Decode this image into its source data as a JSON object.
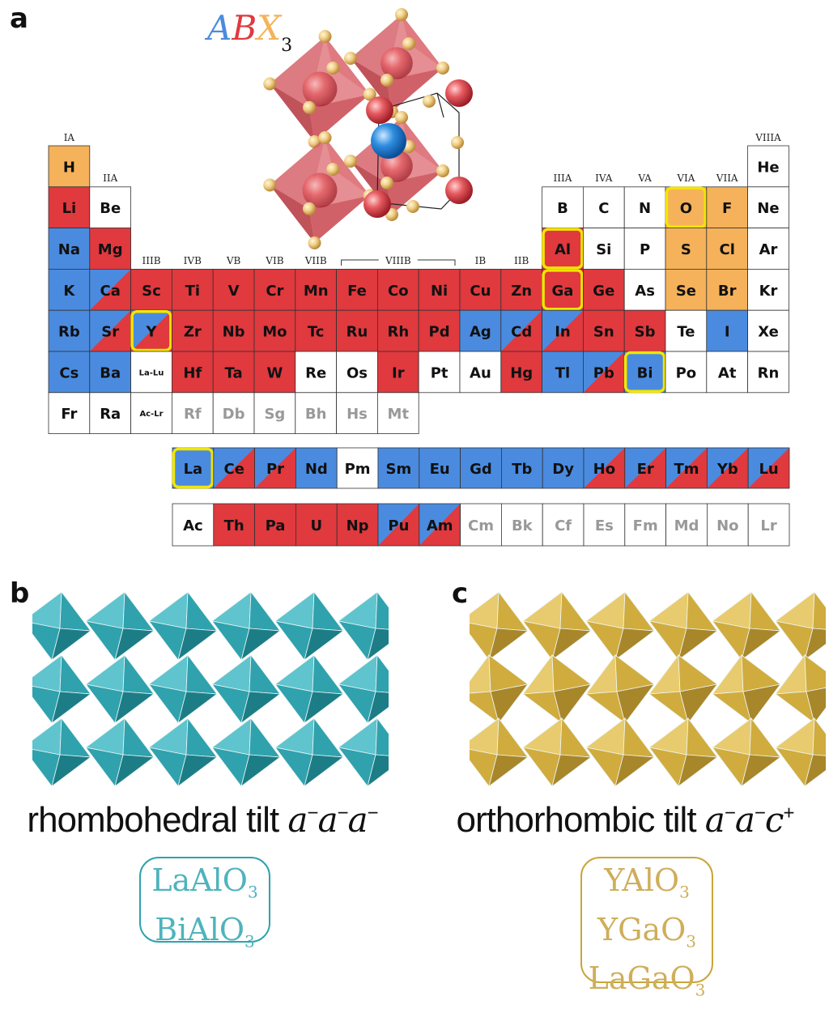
{
  "panels": {
    "a": "a",
    "b": "b",
    "c": "c"
  },
  "formula": {
    "A": "A",
    "B": "B",
    "X": "X",
    "subscript": "3"
  },
  "colors": {
    "A_site": "#4a8be0",
    "B_site": "#e0393e",
    "X_site": "#f5b25a",
    "none": "#ffffff",
    "inactive_text": "#999999",
    "highlight": "#f2e500",
    "teal": "#2fa2ad",
    "gold": "#c9a63a"
  },
  "group_labels": {
    "IA": "IA",
    "IIA": "IIA",
    "IIIB": "IIIB",
    "IVB": "IVB",
    "VB": "VB",
    "VIB": "VIB",
    "VIIB": "VIIB",
    "VIIIB": "VIIIB",
    "IB": "IB",
    "IIB": "IIB",
    "IIIA": "IIIA",
    "IVA": "IVA",
    "VA": "VA",
    "VIA": "VIA",
    "VIIA": "VIIA",
    "VIIIA": "VIIIA"
  },
  "elements": [
    {
      "sym": "H",
      "row": 1,
      "col": 1,
      "type": "X"
    },
    {
      "sym": "He",
      "row": 1,
      "col": 18,
      "type": "none"
    },
    {
      "sym": "Li",
      "row": 2,
      "col": 1,
      "type": "B"
    },
    {
      "sym": "Be",
      "row": 2,
      "col": 2,
      "type": "none"
    },
    {
      "sym": "B",
      "row": 2,
      "col": 13,
      "type": "none"
    },
    {
      "sym": "C",
      "row": 2,
      "col": 14,
      "type": "none"
    },
    {
      "sym": "N",
      "row": 2,
      "col": 15,
      "type": "none"
    },
    {
      "sym": "O",
      "row": 2,
      "col": 16,
      "type": "X",
      "hl": true
    },
    {
      "sym": "F",
      "row": 2,
      "col": 17,
      "type": "X"
    },
    {
      "sym": "Ne",
      "row": 2,
      "col": 18,
      "type": "none"
    },
    {
      "sym": "Na",
      "row": 3,
      "col": 1,
      "type": "A"
    },
    {
      "sym": "Mg",
      "row": 3,
      "col": 2,
      "type": "B"
    },
    {
      "sym": "Al",
      "row": 3,
      "col": 13,
      "type": "B",
      "hl": true
    },
    {
      "sym": "Si",
      "row": 3,
      "col": 14,
      "type": "none"
    },
    {
      "sym": "P",
      "row": 3,
      "col": 15,
      "type": "none"
    },
    {
      "sym": "S",
      "row": 3,
      "col": 16,
      "type": "X"
    },
    {
      "sym": "Cl",
      "row": 3,
      "col": 17,
      "type": "X"
    },
    {
      "sym": "Ar",
      "row": 3,
      "col": 18,
      "type": "none"
    },
    {
      "sym": "K",
      "row": 4,
      "col": 1,
      "type": "A"
    },
    {
      "sym": "Ca",
      "row": 4,
      "col": 2,
      "type": "AB"
    },
    {
      "sym": "Sc",
      "row": 4,
      "col": 3,
      "type": "B"
    },
    {
      "sym": "Ti",
      "row": 4,
      "col": 4,
      "type": "B"
    },
    {
      "sym": "V",
      "row": 4,
      "col": 5,
      "type": "B"
    },
    {
      "sym": "Cr",
      "row": 4,
      "col": 6,
      "type": "B"
    },
    {
      "sym": "Mn",
      "row": 4,
      "col": 7,
      "type": "B"
    },
    {
      "sym": "Fe",
      "row": 4,
      "col": 8,
      "type": "B"
    },
    {
      "sym": "Co",
      "row": 4,
      "col": 9,
      "type": "B"
    },
    {
      "sym": "Ni",
      "row": 4,
      "col": 10,
      "type": "B"
    },
    {
      "sym": "Cu",
      "row": 4,
      "col": 11,
      "type": "B"
    },
    {
      "sym": "Zn",
      "row": 4,
      "col": 12,
      "type": "B"
    },
    {
      "sym": "Ga",
      "row": 4,
      "col": 13,
      "type": "B",
      "hl": true
    },
    {
      "sym": "Ge",
      "row": 4,
      "col": 14,
      "type": "B"
    },
    {
      "sym": "As",
      "row": 4,
      "col": 15,
      "type": "none"
    },
    {
      "sym": "Se",
      "row": 4,
      "col": 16,
      "type": "X"
    },
    {
      "sym": "Br",
      "row": 4,
      "col": 17,
      "type": "X"
    },
    {
      "sym": "Kr",
      "row": 4,
      "col": 18,
      "type": "none"
    },
    {
      "sym": "Rb",
      "row": 5,
      "col": 1,
      "type": "A"
    },
    {
      "sym": "Sr",
      "row": 5,
      "col": 2,
      "type": "AB"
    },
    {
      "sym": "Y",
      "row": 5,
      "col": 3,
      "type": "AB",
      "hl": true
    },
    {
      "sym": "Zr",
      "row": 5,
      "col": 4,
      "type": "B"
    },
    {
      "sym": "Nb",
      "row": 5,
      "col": 5,
      "type": "B"
    },
    {
      "sym": "Mo",
      "row": 5,
      "col": 6,
      "type": "B"
    },
    {
      "sym": "Tc",
      "row": 5,
      "col": 7,
      "type": "B"
    },
    {
      "sym": "Ru",
      "row": 5,
      "col": 8,
      "type": "B"
    },
    {
      "sym": "Rh",
      "row": 5,
      "col": 9,
      "type": "B"
    },
    {
      "sym": "Pd",
      "row": 5,
      "col": 10,
      "type": "B"
    },
    {
      "sym": "Ag",
      "row": 5,
      "col": 11,
      "type": "A"
    },
    {
      "sym": "Cd",
      "row": 5,
      "col": 12,
      "type": "AB"
    },
    {
      "sym": "In",
      "row": 5,
      "col": 13,
      "type": "AB"
    },
    {
      "sym": "Sn",
      "row": 5,
      "col": 14,
      "type": "B"
    },
    {
      "sym": "Sb",
      "row": 5,
      "col": 15,
      "type": "B"
    },
    {
      "sym": "Te",
      "row": 5,
      "col": 16,
      "type": "none"
    },
    {
      "sym": "I",
      "row": 5,
      "col": 17,
      "type": "A"
    },
    {
      "sym": "Xe",
      "row": 5,
      "col": 18,
      "type": "none"
    },
    {
      "sym": "Cs",
      "row": 6,
      "col": 1,
      "type": "A"
    },
    {
      "sym": "Ba",
      "row": 6,
      "col": 2,
      "type": "A"
    },
    {
      "sym": "La-Lu",
      "row": 6,
      "col": 3,
      "type": "none",
      "small": true
    },
    {
      "sym": "Hf",
      "row": 6,
      "col": 4,
      "type": "B"
    },
    {
      "sym": "Ta",
      "row": 6,
      "col": 5,
      "type": "B"
    },
    {
      "sym": "W",
      "row": 6,
      "col": 6,
      "type": "B"
    },
    {
      "sym": "Re",
      "row": 6,
      "col": 7,
      "type": "none"
    },
    {
      "sym": "Os",
      "row": 6,
      "col": 8,
      "type": "none"
    },
    {
      "sym": "Ir",
      "row": 6,
      "col": 9,
      "type": "B"
    },
    {
      "sym": "Pt",
      "row": 6,
      "col": 10,
      "type": "none"
    },
    {
      "sym": "Au",
      "row": 6,
      "col": 11,
      "type": "none"
    },
    {
      "sym": "Hg",
      "row": 6,
      "col": 12,
      "type": "B"
    },
    {
      "sym": "Tl",
      "row": 6,
      "col": 13,
      "type": "A"
    },
    {
      "sym": "Pb",
      "row": 6,
      "col": 14,
      "type": "AB"
    },
    {
      "sym": "Bi",
      "row": 6,
      "col": 15,
      "type": "A",
      "hl": true
    },
    {
      "sym": "Po",
      "row": 6,
      "col": 16,
      "type": "none"
    },
    {
      "sym": "At",
      "row": 6,
      "col": 17,
      "type": "none"
    },
    {
      "sym": "Rn",
      "row": 6,
      "col": 18,
      "type": "none"
    },
    {
      "sym": "Fr",
      "row": 7,
      "col": 1,
      "type": "none"
    },
    {
      "sym": "Ra",
      "row": 7,
      "col": 2,
      "type": "none"
    },
    {
      "sym": "Ac-Lr",
      "row": 7,
      "col": 3,
      "type": "none",
      "small": true
    },
    {
      "sym": "Rf",
      "row": 7,
      "col": 4,
      "type": "inactive"
    },
    {
      "sym": "Db",
      "row": 7,
      "col": 5,
      "type": "inactive"
    },
    {
      "sym": "Sg",
      "row": 7,
      "col": 6,
      "type": "inactive"
    },
    {
      "sym": "Bh",
      "row": 7,
      "col": 7,
      "type": "inactive"
    },
    {
      "sym": "Hs",
      "row": 7,
      "col": 8,
      "type": "inactive"
    },
    {
      "sym": "Mt",
      "row": 7,
      "col": 9,
      "type": "inactive"
    }
  ],
  "lanthanides": [
    {
      "sym": "La",
      "type": "A",
      "hl": true
    },
    {
      "sym": "Ce",
      "type": "AB"
    },
    {
      "sym": "Pr",
      "type": "AB"
    },
    {
      "sym": "Nd",
      "type": "A"
    },
    {
      "sym": "Pm",
      "type": "none"
    },
    {
      "sym": "Sm",
      "type": "A"
    },
    {
      "sym": "Eu",
      "type": "A"
    },
    {
      "sym": "Gd",
      "type": "A"
    },
    {
      "sym": "Tb",
      "type": "A"
    },
    {
      "sym": "Dy",
      "type": "A"
    },
    {
      "sym": "Ho",
      "type": "AB"
    },
    {
      "sym": "Er",
      "type": "AB"
    },
    {
      "sym": "Tm",
      "type": "AB"
    },
    {
      "sym": "Yb",
      "type": "AB"
    },
    {
      "sym": "Lu",
      "type": "AB"
    }
  ],
  "actinides": [
    {
      "sym": "Ac",
      "type": "none"
    },
    {
      "sym": "Th",
      "type": "B"
    },
    {
      "sym": "Pa",
      "type": "B"
    },
    {
      "sym": "U",
      "type": "B"
    },
    {
      "sym": "Np",
      "type": "B"
    },
    {
      "sym": "Pu",
      "type": "AB"
    },
    {
      "sym": "Am",
      "type": "AB"
    },
    {
      "sym": "Cm",
      "type": "inactive"
    },
    {
      "sym": "Bk",
      "type": "inactive"
    },
    {
      "sym": "Cf",
      "type": "inactive"
    },
    {
      "sym": "Es",
      "type": "inactive"
    },
    {
      "sym": "Fm",
      "type": "inactive"
    },
    {
      "sym": "Md",
      "type": "inactive"
    },
    {
      "sym": "No",
      "type": "inactive"
    },
    {
      "sym": "Lr",
      "type": "inactive"
    }
  ],
  "panel_b": {
    "label_text": "rhombohedral tilt ",
    "glazer": [
      "a",
      "a",
      "a"
    ],
    "glazer_signs": [
      "−",
      "−",
      "−"
    ],
    "compounds": [
      {
        "name": "LaAlO",
        "sub": "3"
      },
      {
        "name": "BiAlO",
        "sub": "3"
      }
    ]
  },
  "panel_c": {
    "label_text": "orthorhombic tilt ",
    "glazer": [
      "a",
      "a",
      "c"
    ],
    "glazer_signs": [
      "−",
      "−",
      "+"
    ],
    "compounds": [
      {
        "name": "YAlO",
        "sub": "3"
      },
      {
        "name": "YGaO",
        "sub": "3"
      },
      {
        "name": "LaGaO",
        "sub": "3"
      }
    ]
  }
}
